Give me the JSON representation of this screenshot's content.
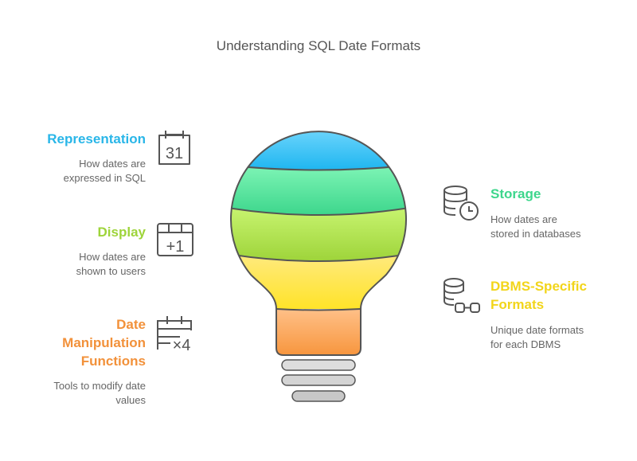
{
  "title": "Understanding SQL Date Formats",
  "colors": {
    "blue": "#29b6e8",
    "green": "#3dd68c",
    "lime": "#9ed43a",
    "yellow": "#f2d51a",
    "orange": "#f2913a"
  },
  "left": [
    {
      "heading": "Representation",
      "desc_lines": [
        "How dates are",
        "expressed in SQL"
      ],
      "icon": "calendar-31-icon",
      "icon_text": "31"
    },
    {
      "heading": "Display",
      "desc_lines": [
        "How dates are",
        "shown to users"
      ],
      "icon": "calendar-plus-one-icon",
      "icon_text": "+1"
    },
    {
      "heading_lines": [
        "Date",
        "Manipulation",
        "Functions"
      ],
      "desc_lines": [
        "Tools to modify date",
        "values"
      ],
      "icon": "calendar-times-four-icon",
      "icon_text": "×4"
    }
  ],
  "right": [
    {
      "heading": "Storage",
      "desc_lines": [
        "How dates are",
        "stored in databases"
      ],
      "icon": "database-clock-icon"
    },
    {
      "heading_lines": [
        "DBMS-Specific",
        "Formats"
      ],
      "desc_lines": [
        "Unique date formats",
        "for each DBMS"
      ],
      "icon": "database-link-icon"
    }
  ]
}
